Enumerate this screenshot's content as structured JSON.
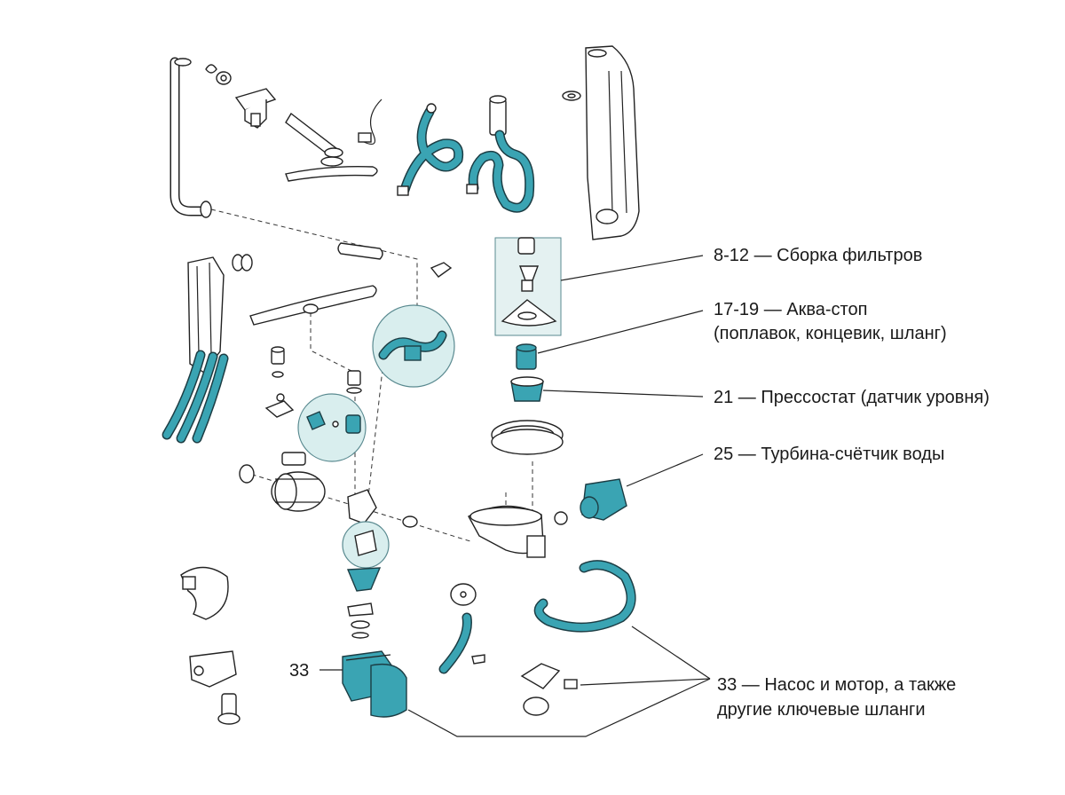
{
  "callouts": {
    "filters": "8-12 — Сборка фильтров",
    "aquastop_line1": "17-19 — Аква-стоп",
    "aquastop_line2": "(поплавок, концевик, шланг)",
    "pressostat": "21 — Прессостат (датчик уровня)",
    "turbine": "25 — Турбина-счётчик воды",
    "pump_tag": "33",
    "pump_line1": "33 — Насос и мотор, а также",
    "pump_line2": "другие ключевые шланги"
  },
  "colors": {
    "accent": "#3aa4b3",
    "outline": "#222222",
    "highlight_bg": "#d9eeee"
  }
}
